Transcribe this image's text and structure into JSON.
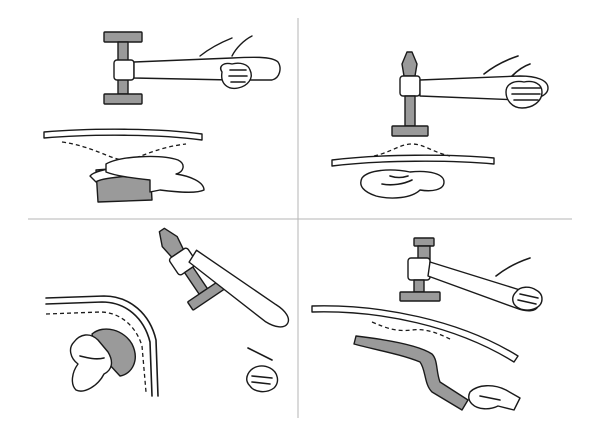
{
  "figure": {
    "panels": [
      {
        "id": "hammer-and-dolly-off",
        "tool": "hammer",
        "support": "dolly"
      },
      {
        "id": "pick-hammer-on-panel",
        "tool": "pick-hammer",
        "support": "hand"
      },
      {
        "id": "wheel-arch-bumping",
        "tool": "pick-hammer",
        "support": "dolly"
      },
      {
        "id": "spoon-lever",
        "tool": "hammer",
        "support": "spoon"
      }
    ],
    "colors": {
      "ink": "#1a1a1a",
      "tool_grey": "#9a9a9a",
      "divider": "#b5b5b5",
      "background": "#ffffff"
    }
  }
}
